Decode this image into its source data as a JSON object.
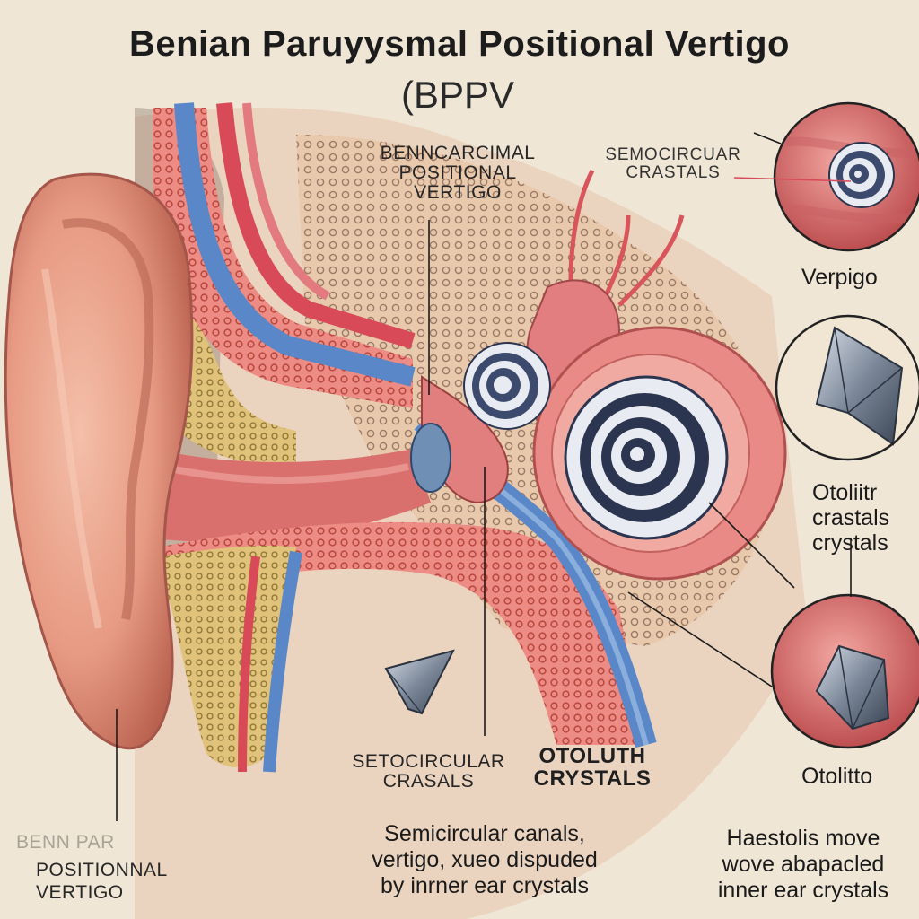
{
  "title": "Benian Paruyysmal Positional Vertigo",
  "subtitle": "(BPPV",
  "labels": {
    "center_top": [
      "BENNCARCIMAL",
      "POSITIONAL",
      "VERTIGO"
    ],
    "semcircular_top": [
      "SEMOCIRCUAR",
      "CRASTALS"
    ],
    "verpigo": "Verpigo",
    "otolith_right": [
      "Otoliitr",
      "crastals",
      "crystals"
    ],
    "setocircular": [
      "SETOCIRCULAR",
      "CRASALS"
    ],
    "otolith_crystals": [
      "OTOLUTH",
      "CRYSTALS"
    ],
    "otolitto": "Otolitto",
    "bottom_left_faint": "BENN PAR",
    "bottom_left": [
      "POSITIONNAL",
      "VERTIGO"
    ],
    "bottom_center": [
      "Semicircular canals,",
      "vertigo, xueo dispuded",
      "by inrner ear crystals"
    ],
    "bottom_right": [
      "Haestolis move",
      "wove abapacled",
      "inner ear crystals"
    ]
  },
  "icons": {
    "ear": "outer-ear-icon",
    "canal_swirl_small": "spiral-icon",
    "cochlea_swirl_large": "spiral-icon",
    "crystal": "crystal-icon"
  },
  "colors": {
    "background": "#efe6d6",
    "skin": "#e9a48e",
    "tissue_pink": "#e98a86",
    "vessel_red": "#d84a58",
    "vessel_blue": "#5a87c8",
    "bone_yellow": "#d9b15a",
    "spiral_dark": "#2c3550"
  }
}
